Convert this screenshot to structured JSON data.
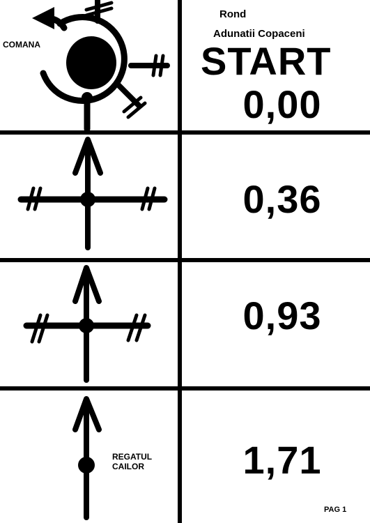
{
  "accent_color": "#000000",
  "header": {
    "line1": "Rond",
    "line2": "Adunatii Copaceni",
    "start_label": "START"
  },
  "rows": [
    {
      "distance": "0,00",
      "direction_label": "COMANA",
      "symbol": "roundabout-icon"
    },
    {
      "distance": "0,36",
      "symbol": "crossroad-straight-icon"
    },
    {
      "distance": "0,93",
      "symbol": "crossroad-straight-icon"
    },
    {
      "distance": "1,71",
      "direction_label_line1": "REGATUL",
      "direction_label_line2": "CAILOR",
      "symbol": "straight-arrow-icon"
    }
  ],
  "footer": {
    "page_label": "PAG 1"
  }
}
